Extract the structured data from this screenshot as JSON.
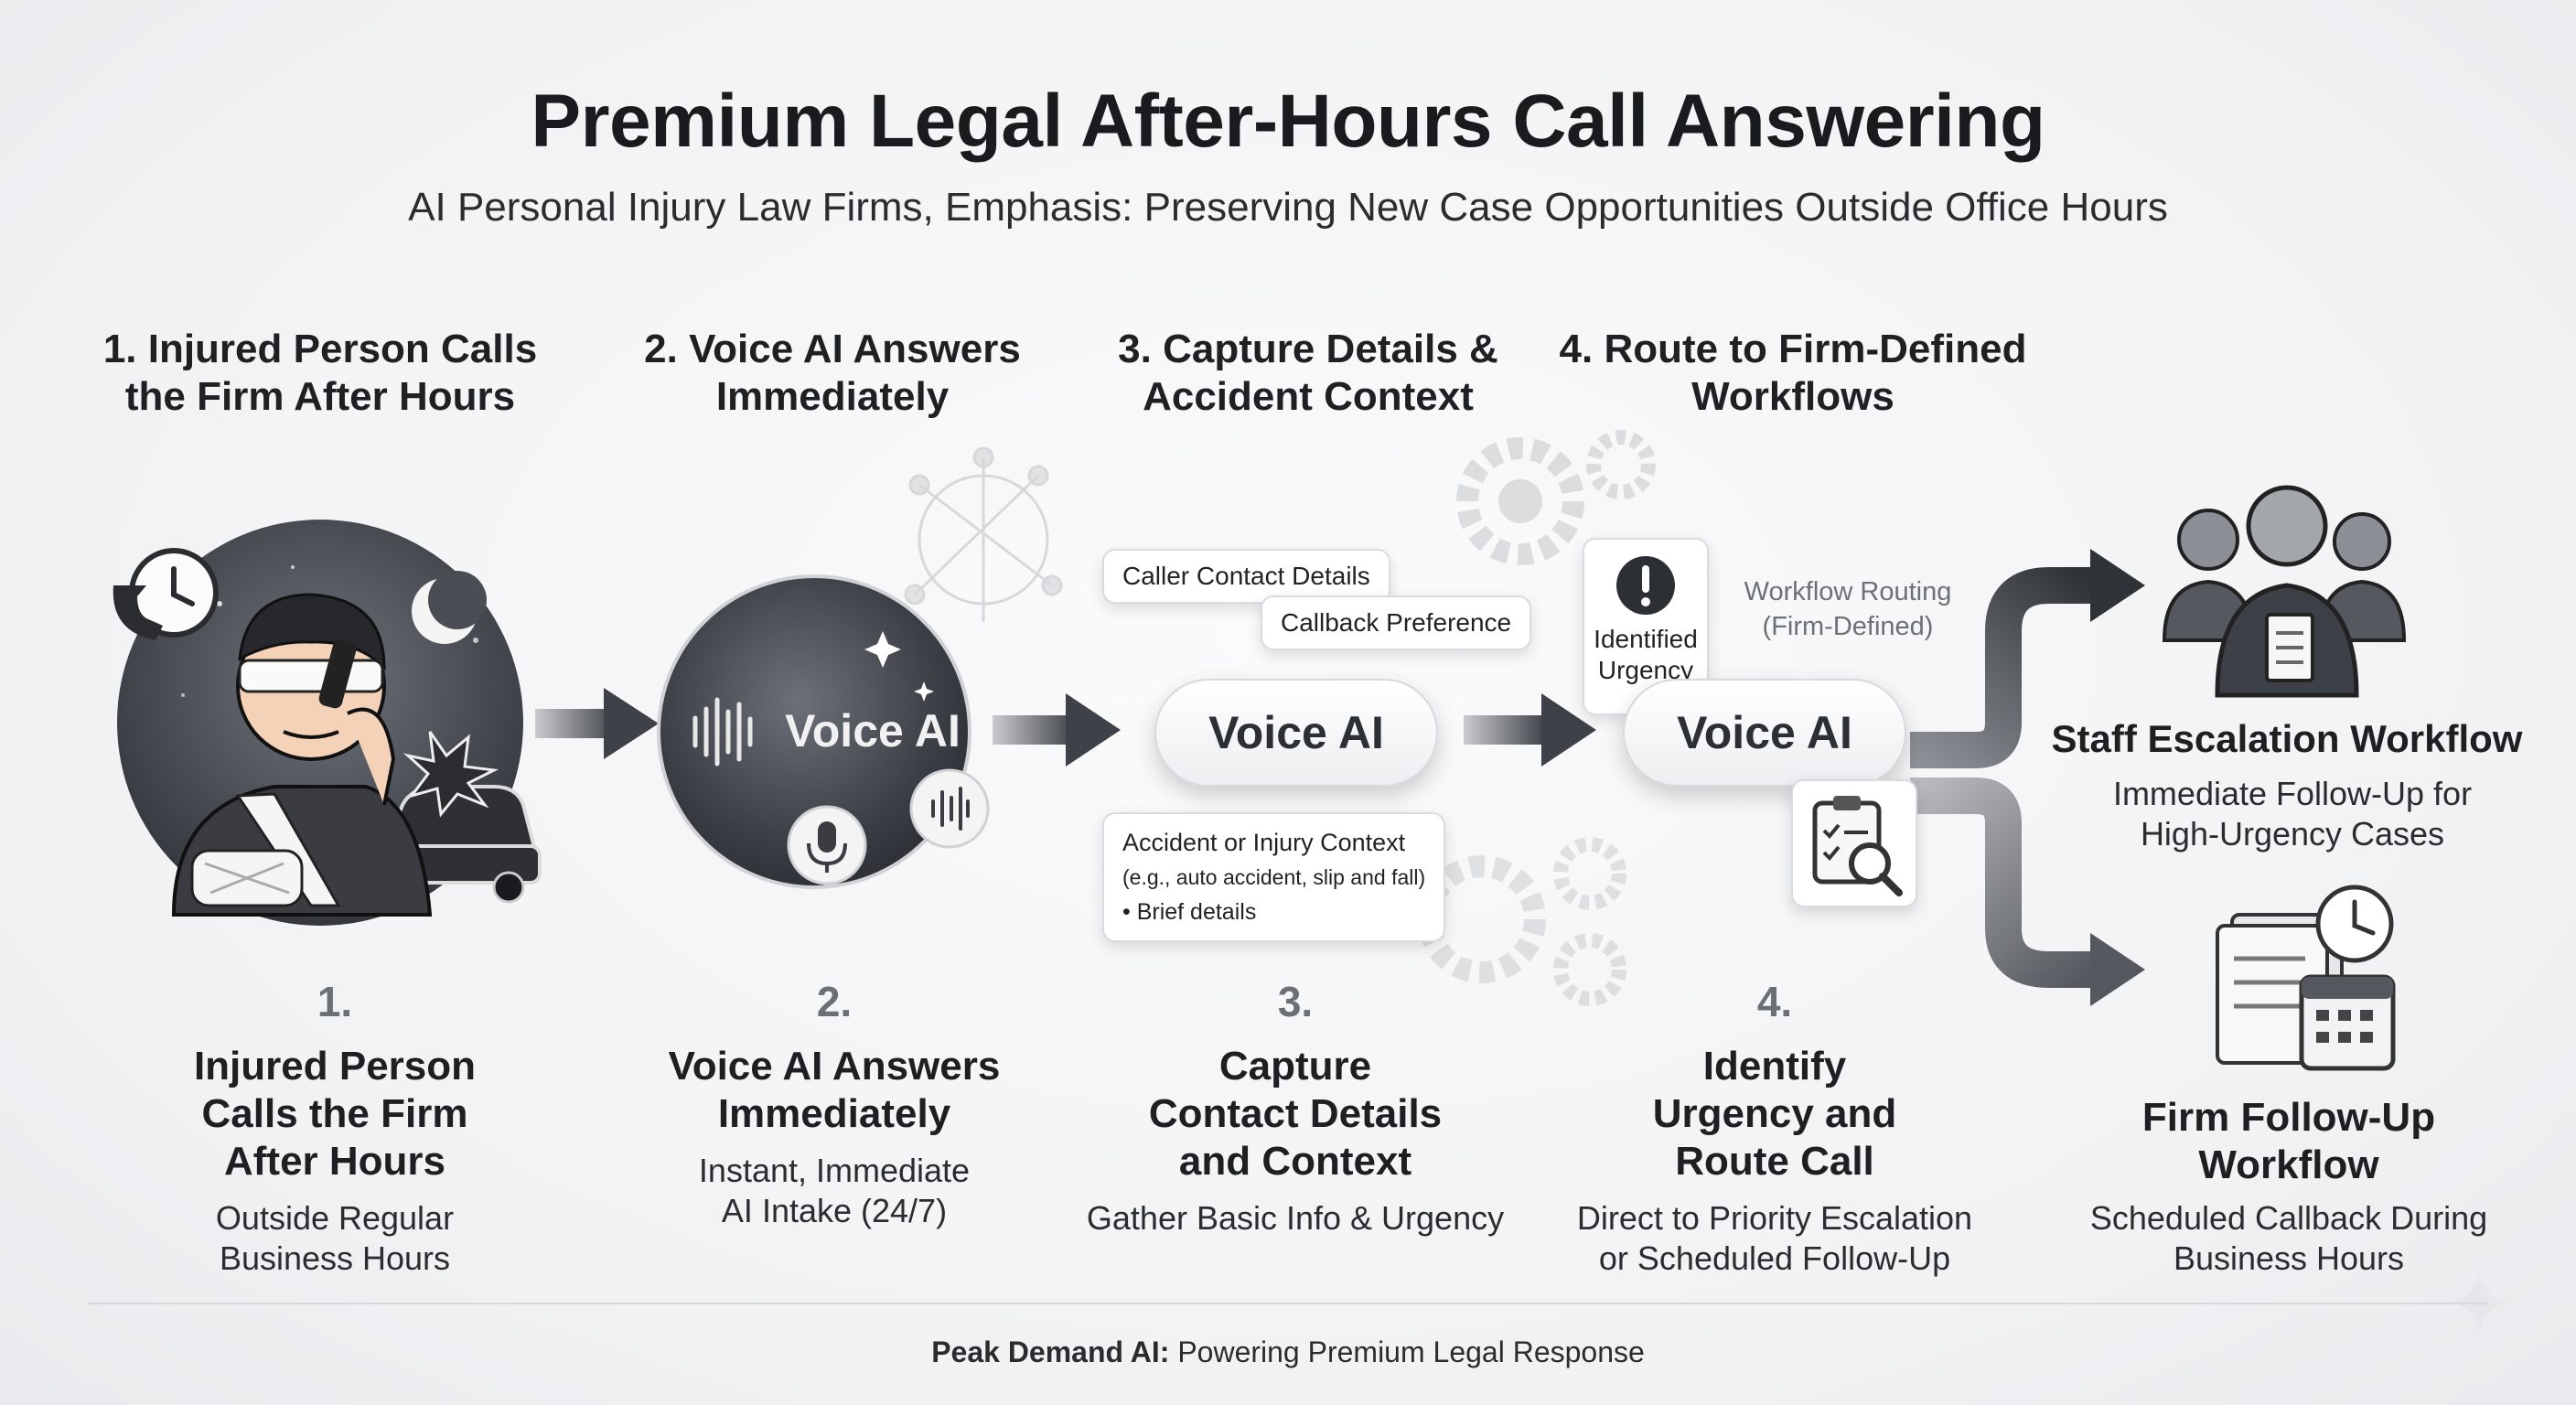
{
  "header": {
    "title": "Premium Legal After-Hours Call Answering",
    "subtitle": "AI Personal Injury Law Firms, Emphasis: Preserving New Case Opportunities Outside Office Hours"
  },
  "steps_top": [
    {
      "line1": "1. Injured Person Calls",
      "line2": "the Firm After Hours"
    },
    {
      "line1": "2. Voice AI Answers",
      "line2": "Immediately"
    },
    {
      "line1": "3. Capture Details &",
      "line2": "Accident Context"
    },
    {
      "line1": "4. Route to Firm-Defined",
      "line2": "Workflows"
    }
  ],
  "voice_ai_label": "Voice AI",
  "bubbles": {
    "caller_contact": "Caller Contact Details",
    "callback_pref": "Callback Preference",
    "accident_line1": "Accident or Injury Context",
    "accident_line2": "(e.g., auto accident, slip and fall)",
    "accident_line3": "• Brief details",
    "identified_line1": "Identified",
    "identified_line2": "Urgency",
    "workflow_line1": "Workflow Routing",
    "workflow_line2": "(Firm-Defined)"
  },
  "captions": [
    {
      "num": "1.",
      "title": [
        "Injured Person",
        "Calls the Firm",
        "After Hours"
      ],
      "desc": [
        "Outside Regular",
        "Business Hours"
      ]
    },
    {
      "num": "2.",
      "title": [
        "Voice AI Answers",
        "Immediately"
      ],
      "desc": [
        "Instant, Immediate",
        "AI Intake (24/7)"
      ]
    },
    {
      "num": "3.",
      "title": [
        "Capture",
        "Contact Details",
        "and Context"
      ],
      "desc": [
        "Gather Basic Info & Urgency"
      ]
    },
    {
      "num": "4.",
      "title": [
        "Identify",
        "Urgency and",
        "Route Call"
      ],
      "desc": [
        "Direct to Priority Escalation",
        "or Scheduled Follow-Up"
      ]
    }
  ],
  "outcomes": {
    "staff": {
      "title": "Staff Escalation Workflow",
      "desc": [
        "Immediate Follow-Up for",
        "High-Urgency Cases"
      ]
    },
    "firm": {
      "title": [
        "Firm Follow-Up",
        "Workflow"
      ],
      "desc": [
        "Scheduled Callback During",
        "Business Hours"
      ]
    }
  },
  "footer": {
    "brand": "Peak Demand AI:",
    "tagline": " Powering Premium Legal Response"
  },
  "icons": [
    "phone-clock-icon",
    "moon-icon",
    "injured-person-icon",
    "car-crash-icon",
    "waveform-icon",
    "microphone-icon",
    "network-icon",
    "gear-icon",
    "alert-icon",
    "clipboard-search-icon",
    "team-icon",
    "documents-calendar-icon",
    "sparkle-icon"
  ]
}
